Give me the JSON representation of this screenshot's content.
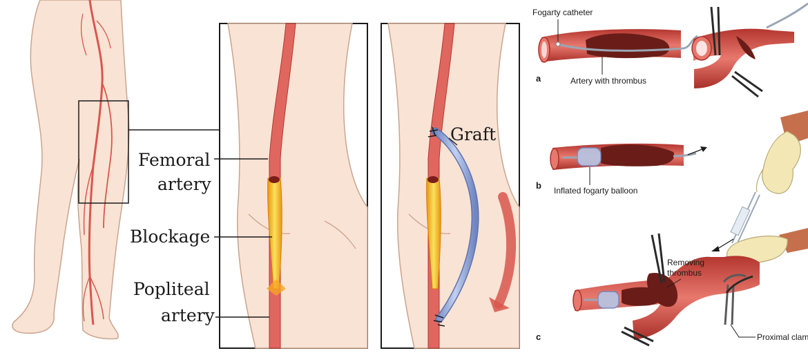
{
  "labels": {
    "femoral_line1": "Femoral",
    "femoral_line2": "artery",
    "blockage": "Blockage",
    "popliteal_line1": "Popliteal",
    "popliteal_line2": "artery",
    "graft": "Graft",
    "fogarty_catheter": "Fogarty catheter",
    "artery_with_thrombus": "Artery with thrombus",
    "inflated_balloon": "Inflated fogarty balloon",
    "removing_line1": "Removing",
    "removing_line2": "thrombus",
    "proximal_clamp": "Proximal clamp"
  },
  "panel_letters": {
    "a": "a",
    "b": "b",
    "c": "c"
  },
  "colors": {
    "skin": "#f9e3d4",
    "skin_line": "#c9a48f",
    "artery": "#e0675f",
    "artery_dark": "#b3362f",
    "thrombus": "#6a1d18",
    "blockage": "#f5c21b",
    "graft": "#8fa7d8",
    "glove": "#f2e7b5"
  }
}
